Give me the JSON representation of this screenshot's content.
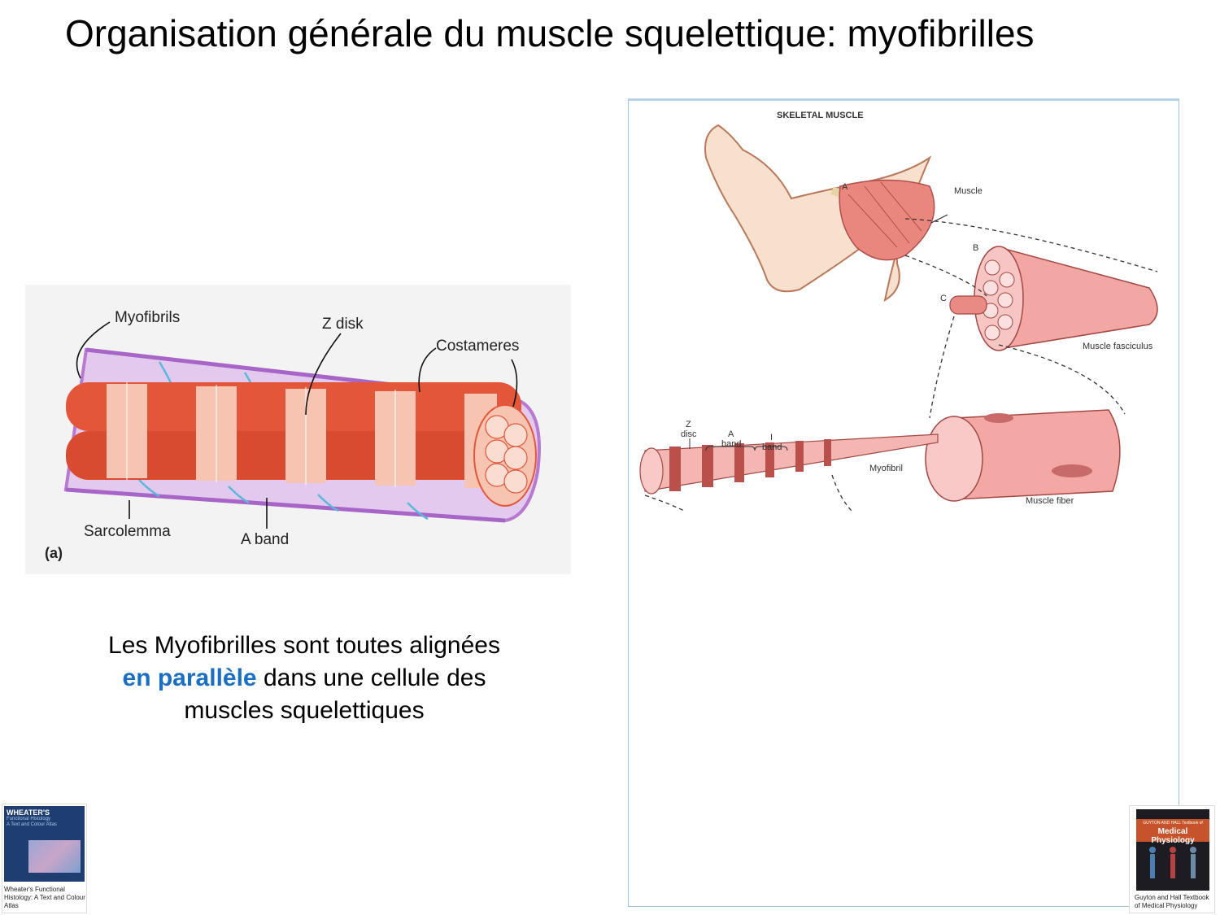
{
  "title": "Organisation générale du muscle squelettique: myofibrilles",
  "left_figure": {
    "labels": {
      "myofibrils": "Myofibrils",
      "z_disk": "Z disk",
      "costameres": "Costameres",
      "sarcolemma": "Sarcolemma",
      "a_band": "A band",
      "panel_letter": "(a)"
    }
  },
  "caption": {
    "line1": "Les Myofibrilles sont toutes alignées",
    "highlight": "en parallèle",
    "line2_rest": " dans une cellule des",
    "line3": "muscles squelettiques"
  },
  "right_figure": {
    "heading": "SKELETAL MUSCLE",
    "labels": {
      "a": "A",
      "b": "B",
      "c": "C",
      "muscle": "Muscle",
      "muscle_fasciculus": "Muscle fasciculus",
      "z_disc_1": "Z",
      "z_disc_2": "disc",
      "a_band_1": "A",
      "a_band_2": "band",
      "i_band_1": "I",
      "i_band_2": "band",
      "myofibril": "Myofibril",
      "muscle_fiber": "Muscle fiber"
    }
  },
  "books": {
    "wheater": {
      "cover_title": "WHEATER'S",
      "cover_subtitle": "Functional Histology",
      "cover_subtitle2": "A Text and Colour Atlas",
      "caption": "Wheater's Functional Histology: A Text and Colour Atlas"
    },
    "guyton": {
      "cover_small": "GUYTON AND HALL Textbook of",
      "cover_title": "Medical Physiology",
      "caption": "Guyton and Hall Textbook of Medical Physiology"
    }
  },
  "colors": {
    "caption_highlight": "#1b6fc2",
    "myofibril_red": "#e4563a",
    "myofibril_light": "#f6c4b0",
    "sarcolemma": "#b77ad0",
    "costamere": "#59b8dc",
    "muscle_pink": "#f0a6a4"
  }
}
